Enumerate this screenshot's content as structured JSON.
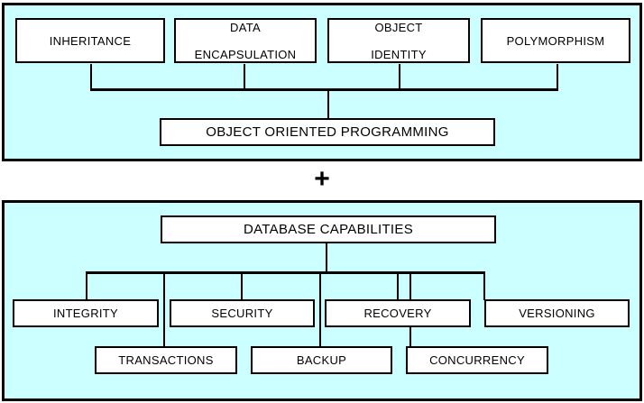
{
  "diagram": {
    "title_implicit": "Object Oriented Database Concept",
    "colors": {
      "panel_background": "#ccffff",
      "box_background": "#ffffff",
      "border": "#000000",
      "page_background": "#ffffff"
    },
    "operator": "+",
    "panels": [
      {
        "id": "object-oriented-programming",
        "root": {
          "label": "OBJECT ORIENTED PROGRAMMING"
        },
        "children": [
          {
            "label": "INHERITANCE"
          },
          {
            "label": "DATA\nENCAPSULATION",
            "line1": "DATA",
            "line2": "ENCAPSULATION"
          },
          {
            "label": "OBJECT\nIDENTITY",
            "line1": "OBJECT",
            "line2": "IDENTITY"
          },
          {
            "label": "POLYMORPHISM"
          }
        ]
      },
      {
        "id": "database-capabilities",
        "root": {
          "label": "DATABASE CAPABILITIES"
        },
        "children": [
          {
            "label": "INTEGRITY"
          },
          {
            "label": "TRANSACTIONS"
          },
          {
            "label": "SECURITY"
          },
          {
            "label": "BACKUP"
          },
          {
            "label": "RECOVERY"
          },
          {
            "label": "CONCURRENCY"
          },
          {
            "label": "VERSIONING"
          }
        ]
      }
    ]
  },
  "labels": {
    "inheritance": "INHERITANCE",
    "data": "DATA",
    "encapsulation": "ENCAPSULATION",
    "object": "OBJECT",
    "identity": "IDENTITY",
    "polymorphism": "POLYMORPHISM",
    "oop": "OBJECT ORIENTED PROGRAMMING",
    "plus": "+",
    "database_capabilities": "DATABASE CAPABILITIES",
    "integrity": "INTEGRITY",
    "security": "SECURITY",
    "recovery": "RECOVERY",
    "versioning": "VERSIONING",
    "transactions": "TRANSACTIONS",
    "backup": "BACKUP",
    "concurrency": "CONCURRENCY"
  }
}
